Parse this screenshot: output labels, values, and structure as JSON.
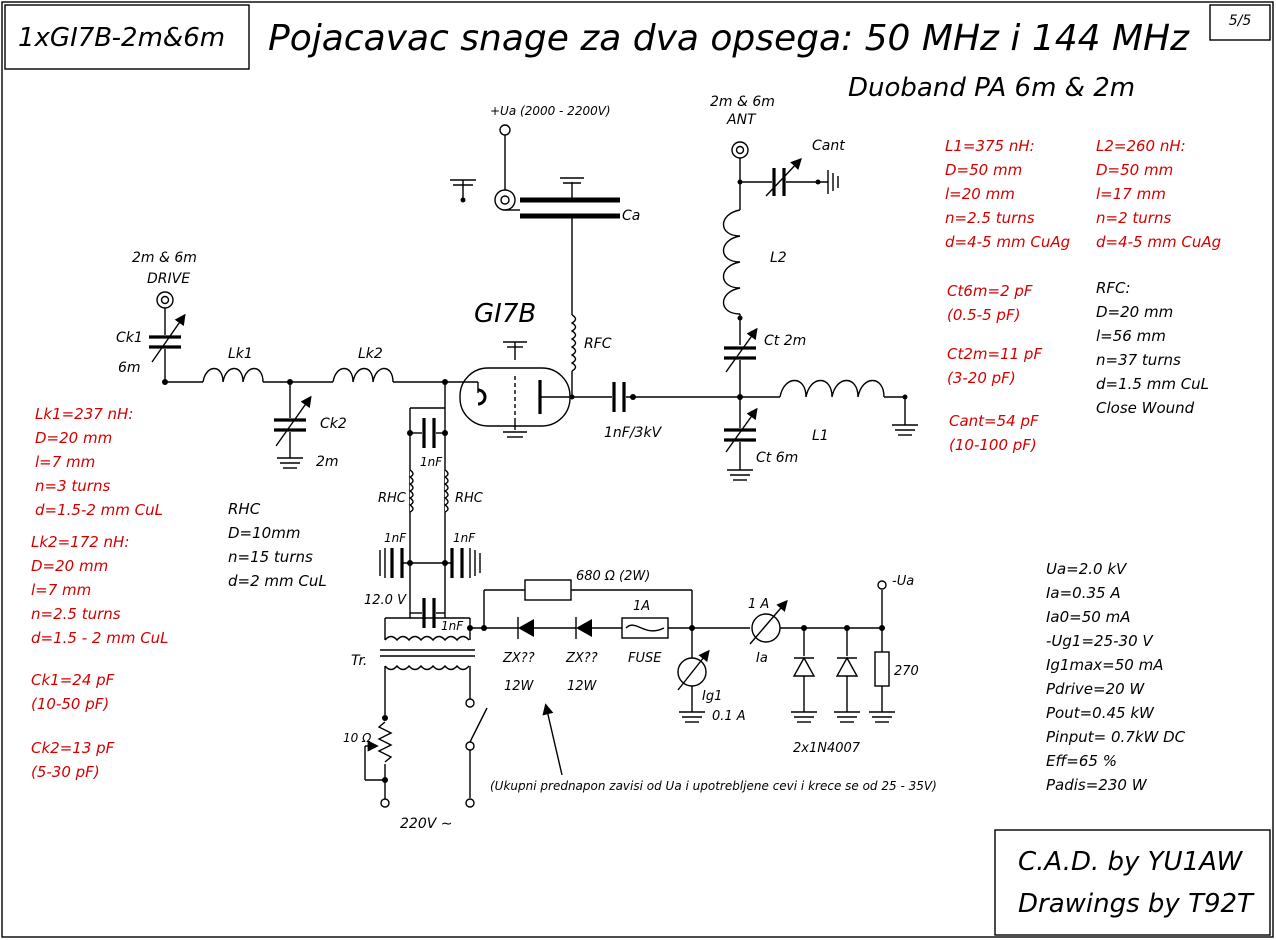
{
  "title_block": {
    "id_tag": "1xGI7B-2m&6m",
    "title": "Pojacavac snage za dva opsega: 50 MHz i 144 MHz",
    "subtitle": "Duoband PA 6m & 2m",
    "page": "5/5",
    "credit_cad": "C.A.D. by YU1AW",
    "credit_drawings": "Drawings by T92T"
  },
  "tube": {
    "name": "GI7B"
  },
  "labels": {
    "hv_supply": "+Ua (2000 - 2200V)",
    "ca": "Ca",
    "rfc": "RFC",
    "ant_band": "2m & 6m",
    "ant": "ANT",
    "cant": "Cant",
    "l2": "L2",
    "ct2m": "Ct 2m",
    "ct6m": "Ct 6m",
    "l1": "L1",
    "cout": "1nF/3kV",
    "drive_band": "2m & 6m",
    "drive": "DRIVE",
    "ck1": "Ck1",
    "ck1_band": "6m",
    "lk1": "Lk1",
    "lk2": "Lk2",
    "ck2": "Ck2",
    "ck2_band": "2m",
    "cap_1nf": "1nF",
    "rhc": "RHC",
    "heater_v": "12.0 V",
    "transformer": "Tr.",
    "pot": "10 Ω",
    "mains": "220V ∼",
    "resistor": "680 Ω (2W)",
    "zener": "ZX??",
    "zener_power": "12W",
    "fuse_rating": "1A",
    "fuse": "FUSE",
    "ig1_meter": "Ig1",
    "ig1_range": "0.1 A",
    "ia_range": "1 A",
    "ia_meter": "Ia",
    "diodes": "2x1N4007",
    "bleeder": "270",
    "neg_ua": "-Ua",
    "bias_note": "(Ukupni prednapon zavisi od Ua i upotrebljene cevi i krece se od 25 - 35V)"
  },
  "specs_red": {
    "l1": [
      "L1=375 nH:",
      "D=50 mm",
      "l=20 mm",
      "n=2.5 turns",
      "d=4-5 mm CuAg"
    ],
    "l2": [
      "L2=260 nH:",
      "D=50 mm",
      "l=17 mm",
      "n=2 turns",
      "d=4-5 mm CuAg"
    ],
    "ct": [
      "Ct6m=2 pF",
      "(0.5-5 pF)",
      "Ct2m=11 pF",
      "(3-20 pF)",
      "Cant=54 pF",
      "(10-100 pF)"
    ],
    "lk1": [
      "Lk1=237 nH:",
      "D=20 mm",
      "l=7 mm",
      "n=3 turns",
      "d=1.5-2 mm CuL"
    ],
    "lk2": [
      "Lk2=172 nH:",
      "D=20 mm",
      "l=7 mm",
      "n=2.5 turns",
      "d=1.5 - 2 mm CuL"
    ],
    "ck": [
      "Ck1=24 pF",
      "(10-50 pF)",
      "Ck2=13 pF",
      "(5-30 pF)"
    ]
  },
  "specs_black": {
    "rfc": [
      "RFC:",
      "D=20 mm",
      "l=56 mm",
      "n=37 turns",
      "d=1.5 mm CuL",
      "Close Wound"
    ],
    "rhc": [
      "RHC",
      "D=10mm",
      "n=15 turns",
      "d=2 mm CuL"
    ],
    "operating": [
      "Ua=2.0 kV",
      "Ia=0.35 A",
      "Ia0=50 mA",
      "-Ug1=25-30 V",
      "Ig1max=50 mA",
      "Pdrive=20 W",
      "Pout=0.45 kW",
      "Pinput= 0.7kW DC",
      "Eff=65 %",
      "Padis=230 W"
    ]
  },
  "colors": {
    "ink": "#000000",
    "spec_red": "#d40000",
    "paper": "#ffffff"
  }
}
